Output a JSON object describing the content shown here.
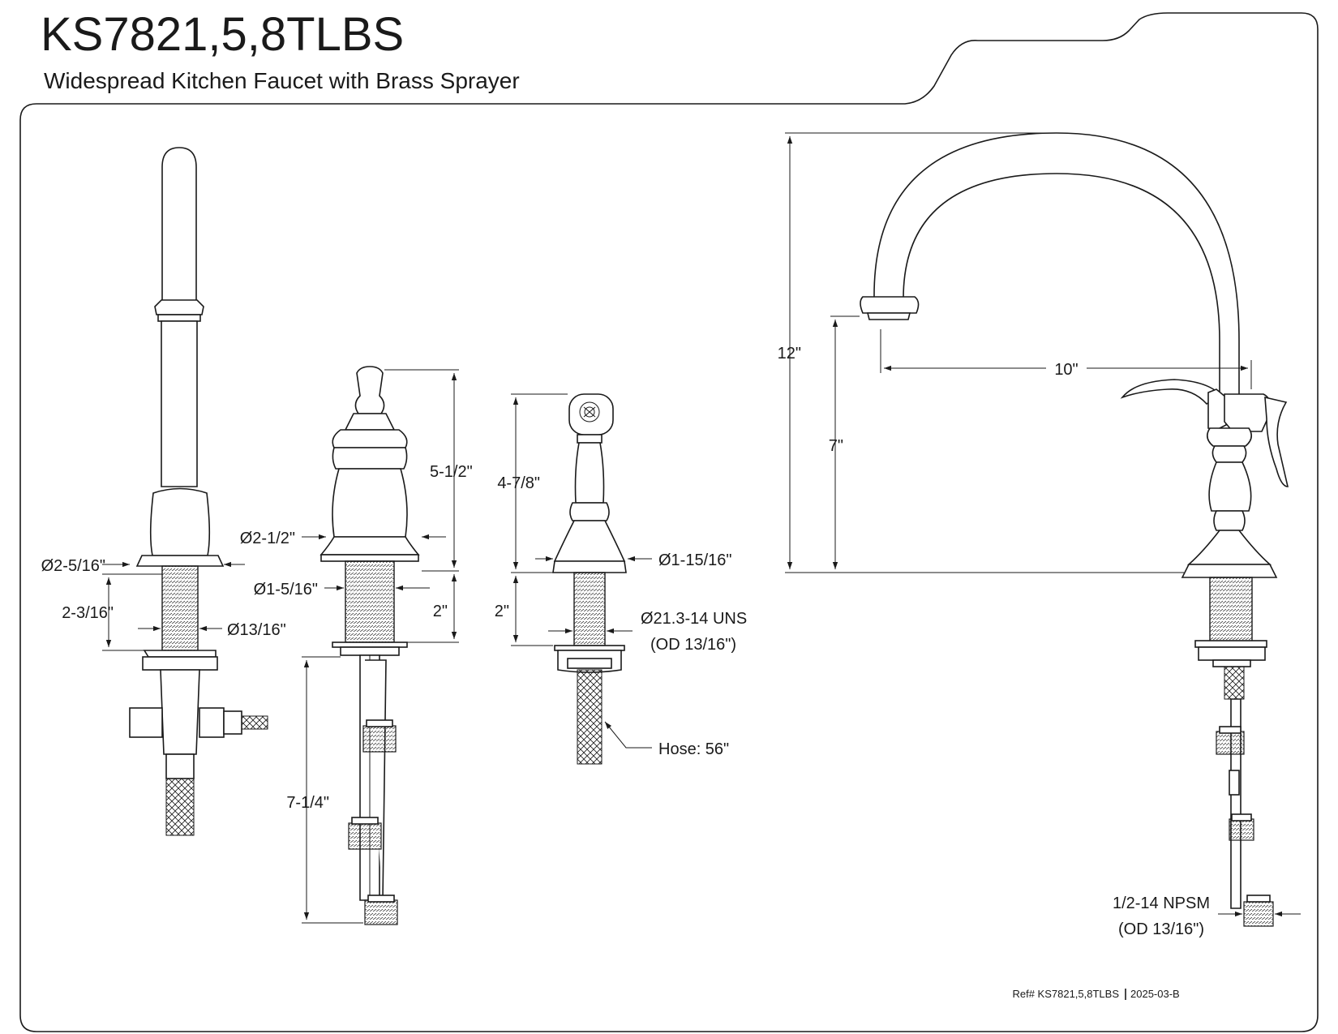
{
  "header": {
    "model": "KS7821,5,8TLBS",
    "description": "Widespread Kitchen Faucet with Brass Sprayer"
  },
  "dimensions": {
    "handle_base_dia": "Ø2-5/16\"",
    "handle_shank_len": "2-3/16\"",
    "handle_shank_dia": "Ø13/16\"",
    "valve_base_dia": "Ø2-1/2\"",
    "valve_height": "5-1/2\"",
    "valve_shank_dia": "Ø1-5/16\"",
    "valve_shank_len": "2\"",
    "valve_supply_len": "7-1/4\"",
    "sprayer_height": "4-7/8\"",
    "sprayer_base_dia": "Ø1-15/16\"",
    "sprayer_shank_len": "2\"",
    "sprayer_thread": "Ø21.3-14 UNS",
    "sprayer_thread_od": "(OD 13/16\")",
    "hose_length": "Hose: 56\"",
    "spout_height": "12\"",
    "spout_clearance": "7\"",
    "spout_reach": "10\"",
    "inlet_thread": "1/2-14 NPSM",
    "inlet_thread_od": "(OD 13/16\")"
  },
  "footer": {
    "ref": "Ref# KS7821,5,8TLBS",
    "revision": "2025-03-B"
  }
}
